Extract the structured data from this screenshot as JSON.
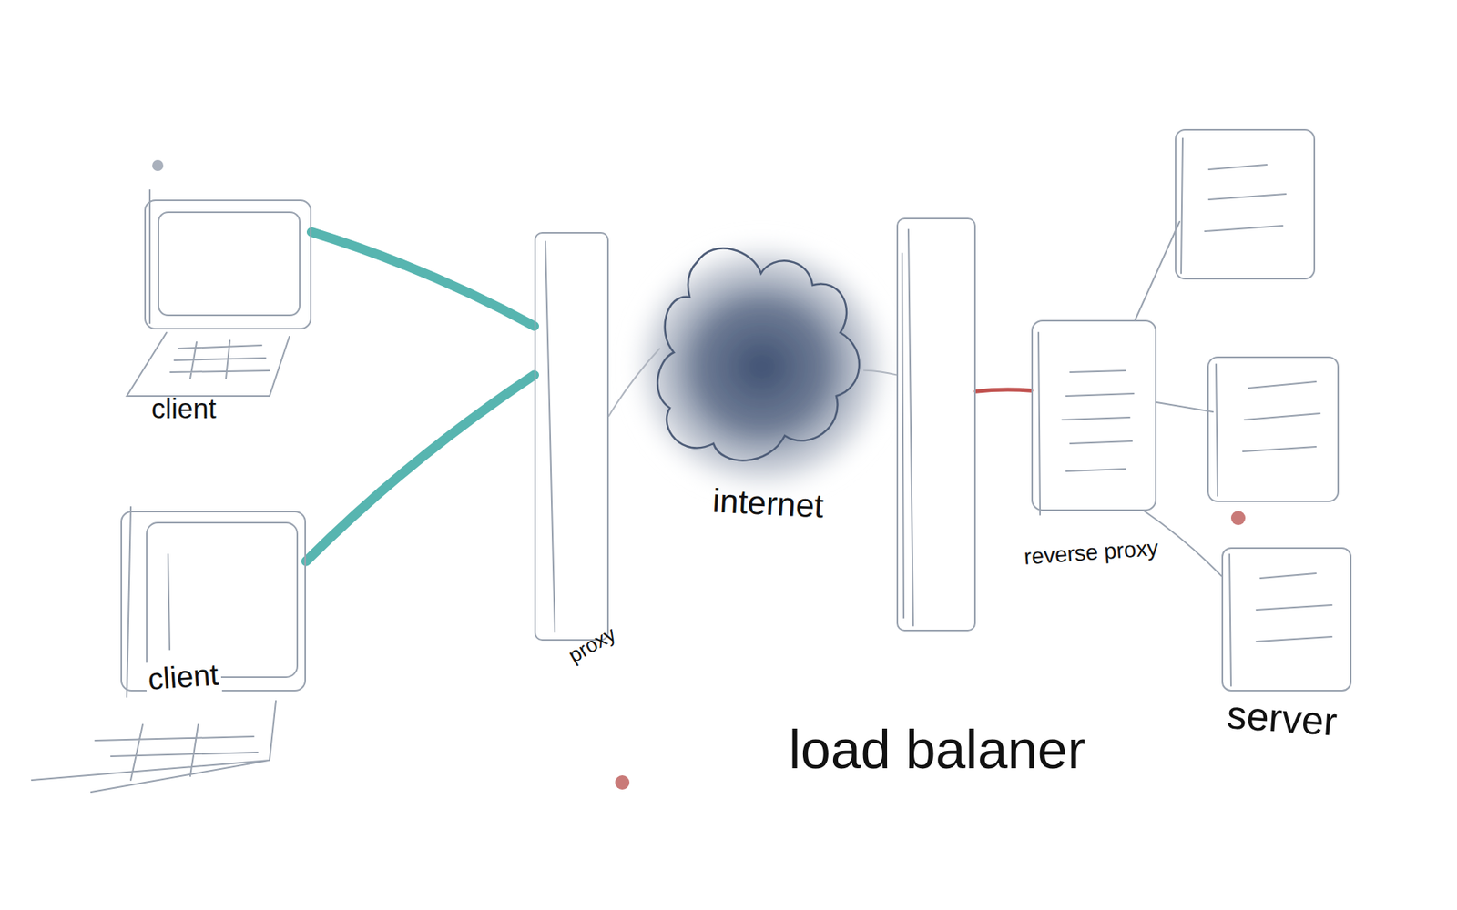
{
  "diagram": {
    "nodes": [
      {
        "text": [
          "client"
        ]
      },
      {
        "text": [
          "client"
        ]
      },
      {
        "text": [
          "proxy"
        ]
      },
      {
        "text": [
          "internet"
        ]
      },
      {
        "text": [
          "load balaner"
        ]
      },
      {
        "text": [
          "reverse proxy"
        ]
      },
      {
        "text": [
          "server"
        ]
      }
    ],
    "edges": [
      {
        "from": 0,
        "to": 2,
        "arrow": "none"
      },
      {
        "from": 1,
        "to": 2,
        "arrow": "none"
      },
      {
        "from": 2,
        "to": 3,
        "arrow": "none"
      },
      {
        "from": 3,
        "to": 4,
        "arrow": "none"
      },
      {
        "from": 4,
        "to": 5,
        "arrow": "none"
      },
      {
        "from": 5,
        "to": 6,
        "arrow": "none"
      }
    ]
  }
}
